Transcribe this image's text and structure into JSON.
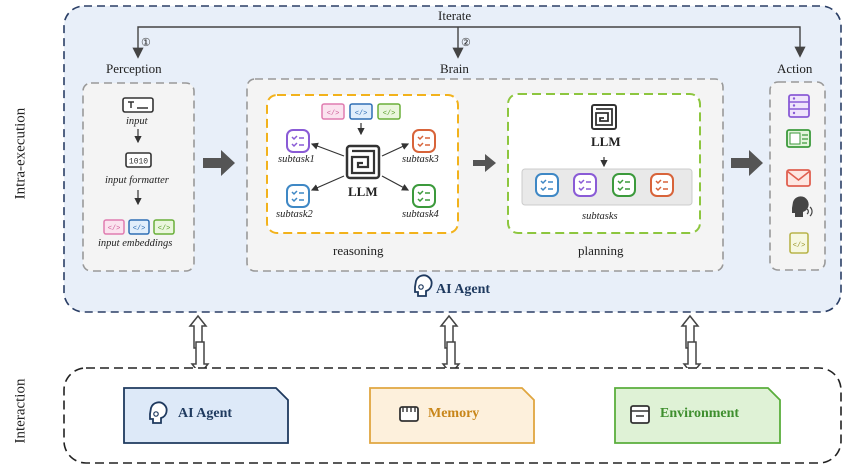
{
  "side_labels": {
    "top": "Intra-execution",
    "bottom": "Interaction"
  },
  "iterate": {
    "label": "Iterate",
    "step1": "①",
    "step2": "②"
  },
  "sections": {
    "perception": "Perception",
    "brain": "Brain",
    "action": "Action"
  },
  "perception": {
    "input": "input",
    "formatter": "input formatter",
    "embeddings": "input embeddings"
  },
  "reasoning": {
    "label": "reasoning",
    "llm": "LLM",
    "subtasks": [
      "subtask1",
      "subtask2",
      "subtask3",
      "subtask4"
    ]
  },
  "planning": {
    "label": "planning",
    "llm": "LLM",
    "subtasks_label": "subtasks"
  },
  "agent": {
    "label": "AI Agent"
  },
  "interaction": {
    "cards": [
      {
        "label": "AI Agent",
        "color": "#1f3a5f"
      },
      {
        "label": "Memory",
        "color": "#c8861a"
      },
      {
        "label": "Environment",
        "color": "#3f8f2f"
      }
    ]
  },
  "colors": {
    "outer_border": "#2b3f66",
    "outer_fill": "#e6eef9",
    "reasoning_border": "#f2b21c",
    "planning_border": "#8dc63f",
    "purple": "#8a5bd6",
    "blue": "#3f88c5",
    "green": "#3c9a3c",
    "orange": "#d8643a"
  }
}
